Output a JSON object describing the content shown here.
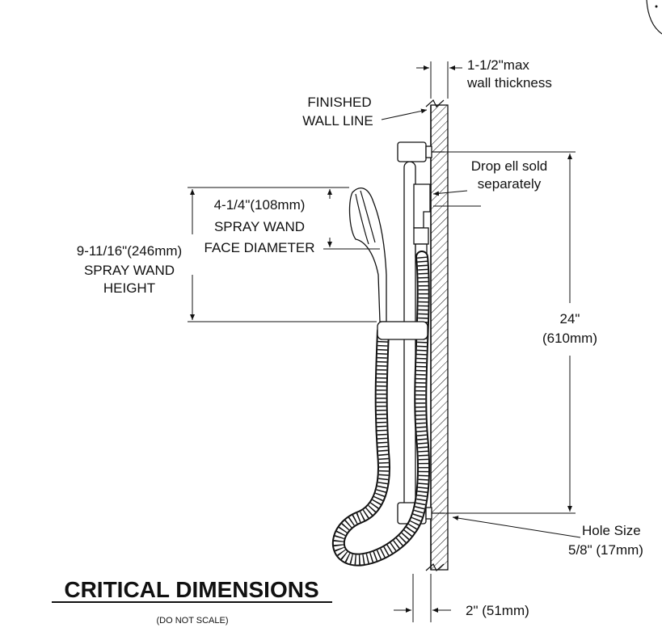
{
  "labels": {
    "wall_thickness_line1": "1-1/2\"max",
    "wall_thickness_line2": "wall thickness",
    "finished_wall_line1": "FINISHED",
    "finished_wall_line2": "WALL LINE",
    "drop_ell_line1": "Drop ell sold",
    "drop_ell_line2": "separately",
    "face_diameter_line1": "4-1/4\"(108mm)",
    "face_diameter_line2": "SPRAY WAND",
    "face_diameter_line3": "FACE DIAMETER",
    "wand_height_line1": "9-11/16\"(246mm)",
    "wand_height_line2": "SPRAY WAND",
    "wand_height_line3": "HEIGHT",
    "bar_length_line1": "24\"",
    "bar_length_line2": "(610mm)",
    "hole_size_line1": "Hole Size",
    "hole_size_line2": "5/8\" (17mm)",
    "projection": "2\" (51mm)"
  },
  "footer": {
    "title": "CRITICAL DIMENSIONS",
    "subtitle": "(DO NOT SCALE)"
  }
}
